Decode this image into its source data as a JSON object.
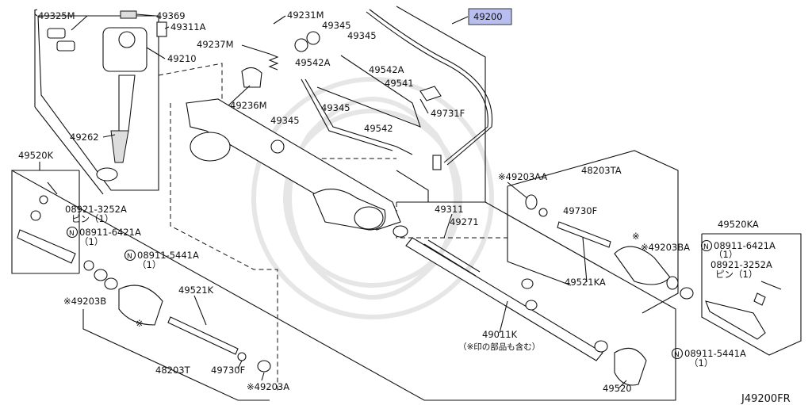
{
  "highlight_color": "#b8bff0",
  "diagram_code": "J49200FR",
  "labels": {
    "l49325M": "49325M",
    "l49369": "49369",
    "l49311A": "49311A",
    "l49231M": "49231M",
    "l49345a": "49345",
    "l49345b": "49345",
    "l49200": "49200",
    "l49237M": "49237M",
    "l49210": "49210",
    "l49542Aa": "49542A",
    "l49542Ab": "49542A",
    "l49541": "49541",
    "l49236M": "49236M",
    "l49345c": "49345",
    "l49345d": "49345",
    "l49731F": "49731F",
    "l49262": "49262",
    "l49542": "49542",
    "l49520K": "49520K",
    "l49203AA": "※49203AA",
    "l48203TA": "48203TA",
    "l08921L": "08921-3252A",
    "l08921Lsub": "ピン（1）",
    "l08911L": "08911-6421A",
    "l08911Lsub": "（1）",
    "l49311": "49311",
    "l49730Fa": "49730F",
    "l49271": "49271",
    "l49520KA": "49520KA",
    "l08911Ma": "08911-5441A",
    "l08911Masub": "（1）",
    "l49203BA": "※49203BA",
    "l08911R": "08911-6421A",
    "l08911Rsub": "（1）",
    "l08921R": "08921-3252A",
    "l08921Rsub": "ピン（1）",
    "l49521KA": "49521KA",
    "l49521K": "49521K",
    "l49203B": "※49203B",
    "l49011K": "49011K",
    "l49011Ksub": "（※印の部品も含む）",
    "l08911Mb": "08911-5441A",
    "l08911Mbsub": "（1）",
    "l48203T": "48203T",
    "l49730Fb": "49730F",
    "l49203A": "※49203A",
    "l49520": "49520",
    "star1": "※",
    "star2": "※",
    "n1": "N",
    "n2": "N",
    "n3": "N",
    "n4": "N"
  }
}
